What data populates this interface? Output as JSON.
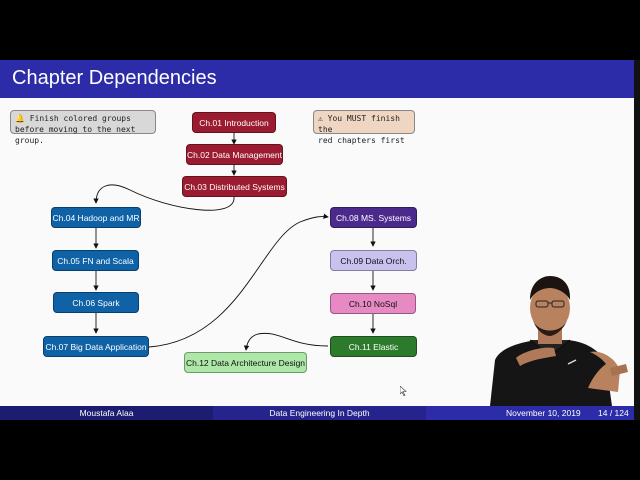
{
  "slide": {
    "title": "Chapter Dependencies",
    "note_left_icon": "bell-icon",
    "note_left_line1": "Finish colored groups",
    "note_left_line2": "before moving to the next group.",
    "note_right_icon": "warning-icon",
    "note_right_line1": "You MUST finish the",
    "note_right_line2": "red chapters first",
    "colors": {
      "title_bar": "#2c2ca8",
      "red": "#9b1c31",
      "blue": "#0f62a6",
      "purple": "#4b2a8c",
      "lavender": "#c9c2ef",
      "pink": "#e78ac4",
      "green": "#2c7a2c",
      "light_green": "#aee8a8"
    },
    "chapters": [
      {
        "id": "ch01",
        "label": "Ch.01 Introduction"
      },
      {
        "id": "ch02",
        "label": "Ch.02 Data Management"
      },
      {
        "id": "ch03",
        "label": "Ch.03 Distributed Systems"
      },
      {
        "id": "ch04",
        "label": "Ch.04 Hadoop and MR"
      },
      {
        "id": "ch05",
        "label": "Ch.05 FN and Scala"
      },
      {
        "id": "ch06",
        "label": "Ch.06 Spark"
      },
      {
        "id": "ch07",
        "label": "Ch.07 Big Data Application"
      },
      {
        "id": "ch08",
        "label": "Ch.08 MS. Systems"
      },
      {
        "id": "ch09",
        "label": "Ch.09 Data Orch."
      },
      {
        "id": "ch10",
        "label": "Ch.10 NoSql"
      },
      {
        "id": "ch11",
        "label": "Ch.11 Elastic"
      },
      {
        "id": "ch12",
        "label": "Ch.12 Data Architecture Design"
      }
    ]
  },
  "footer": {
    "author": "Moustafa Alaa",
    "title": "Data Engineering In Depth",
    "date": "November 10, 2019",
    "page": "14 / 124"
  }
}
